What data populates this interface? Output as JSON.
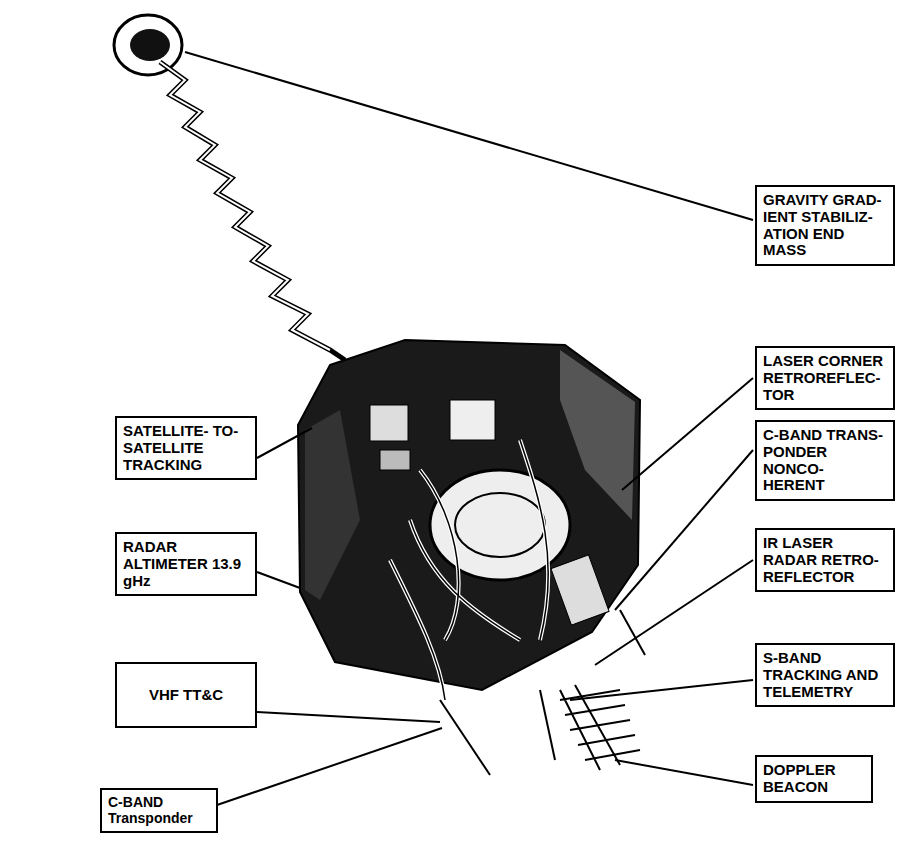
{
  "diagram": {
    "nodes": [
      {
        "text": [
          "GRAVITY GRAD- IENT STABILIZ- ATION END MASS"
        ]
      },
      {
        "text": [
          "LASER CORNER RETROREFLEC- TOR"
        ]
      },
      {
        "text": [
          "SATELLITE- TO- SATELLITE TRACKING"
        ]
      },
      {
        "text": [
          "C-BAND TRANS- PONDER NONCO- HERENT"
        ]
      },
      {
        "text": [
          "RADAR ALTIMETER 13.9 gHz"
        ]
      },
      {
        "text": [
          "IR LASER RADAR RETRO- REFLECTOR"
        ]
      },
      {
        "text": [
          "S-BAND TRACKING AND TELEMETRY"
        ]
      },
      {
        "text": [
          "VHF TT&C"
        ]
      },
      {
        "text": [
          "DOPPLER BEACON"
        ]
      },
      {
        "text": [
          "C-BAND Transponder"
        ]
      }
    ]
  }
}
